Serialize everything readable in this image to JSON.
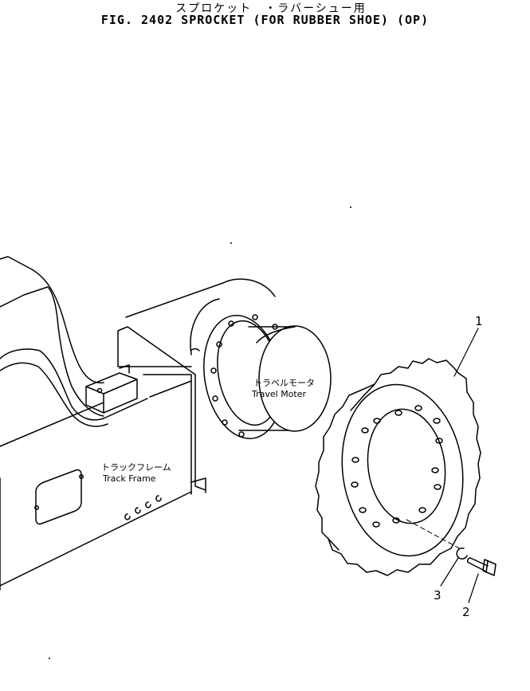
{
  "figure": {
    "title_jp": "スプロケット　・ラバーシュー用",
    "title_en": "FIG. 2402  SPROCKET (FOR RUBBER SHOE) (OP)"
  },
  "labels": {
    "travel_motor_jp": "トラベルモータ",
    "travel_motor_en": "Travel Moter",
    "track_frame_jp": "トラックフレーム",
    "track_frame_en": "Track Frame"
  },
  "callouts": [
    {
      "number": "1"
    },
    {
      "number": "2"
    },
    {
      "number": "3"
    }
  ]
}
